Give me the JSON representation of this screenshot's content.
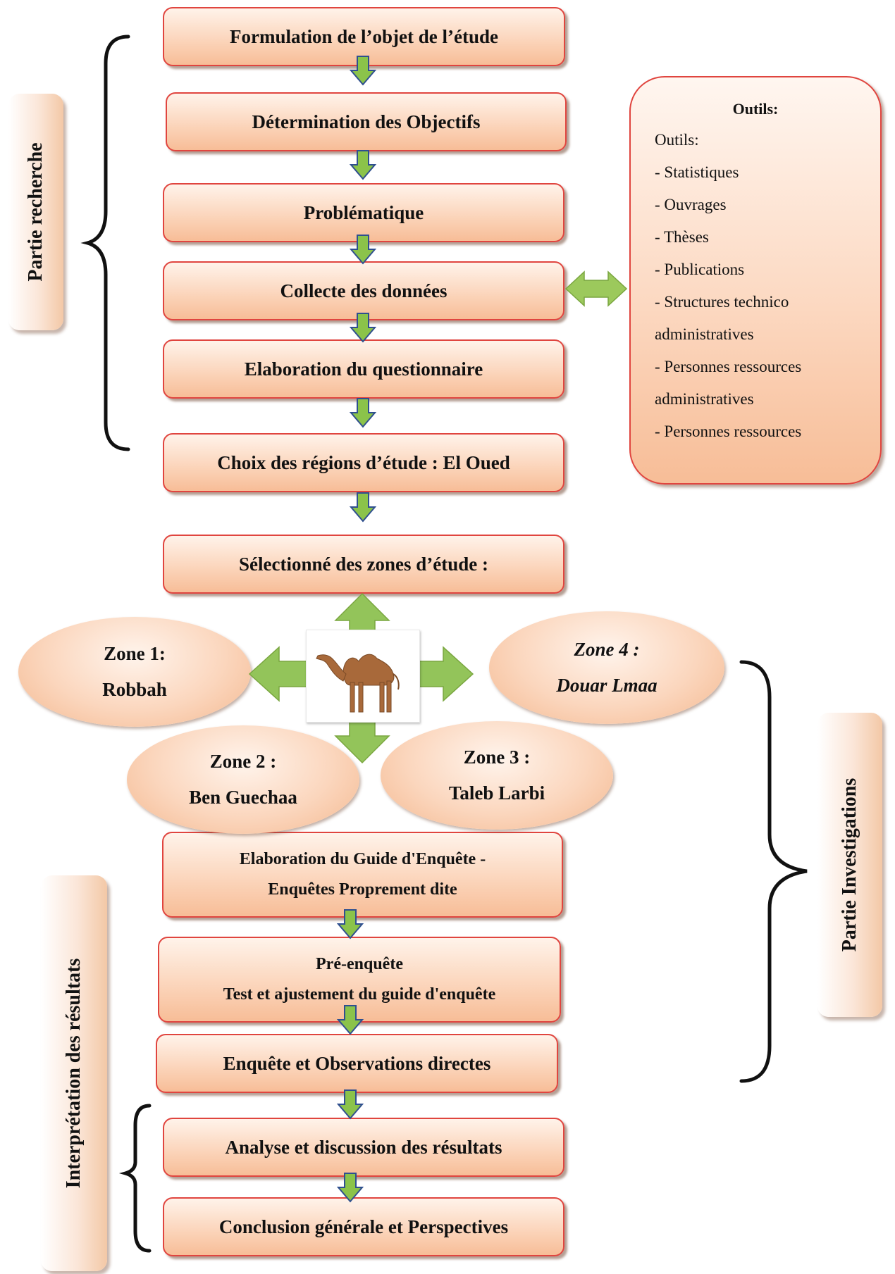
{
  "steps": {
    "s1": "Formulation de l’objet de l’étude",
    "s2": "Détermination des Objectifs",
    "s3": "Problématique",
    "s4": "Collecte des données",
    "s5": "Elaboration du questionnaire",
    "s6": "Choix des régions d’étude : El Oued",
    "s7": "Sélectionné  des zones d’étude :",
    "s8a": "Elaboration du Guide d'Enquête -",
    "s8b": "Enquêtes Proprement dite",
    "s9a": "Pré-enquête",
    "s9b": "Test et ajustement du guide d'enquête",
    "s10": "Enquête et Observations directes",
    "s11": "Analyse et discussion des résultats",
    "s12": "Conclusion générale et Perspectives"
  },
  "outils": {
    "title": "Outils:",
    "lines": [
      "Outils:",
      "- Statistiques",
      "- Ouvrages",
      "- Thèses",
      "- Publications",
      "- Structures technico",
      "administratives",
      "- Personnes ressources",
      "administratives",
      "- Personnes ressources"
    ]
  },
  "zones": {
    "z1": {
      "label": "Zone 1:",
      "name": "Robbah"
    },
    "z2": {
      "label": "Zone 2 :",
      "name": "Ben Guechaa"
    },
    "z3": {
      "label": "Zone 3 :",
      "name": "Taleb Larbi"
    },
    "z4": {
      "label": "Zone 4 :",
      "name": "Douar  Lmaa"
    }
  },
  "sections": {
    "recherche": "Partie recherche",
    "investigations": "Partie Investigations",
    "interpretation": "Interprétation des résultats"
  },
  "colors": {
    "box_border": "#e0453f",
    "box_fill": "#fbd3b8",
    "arrow_fill": "#8bc34a",
    "arrow_outline": "#2f4f8f"
  },
  "image": {
    "icon": "camel-icon"
  }
}
